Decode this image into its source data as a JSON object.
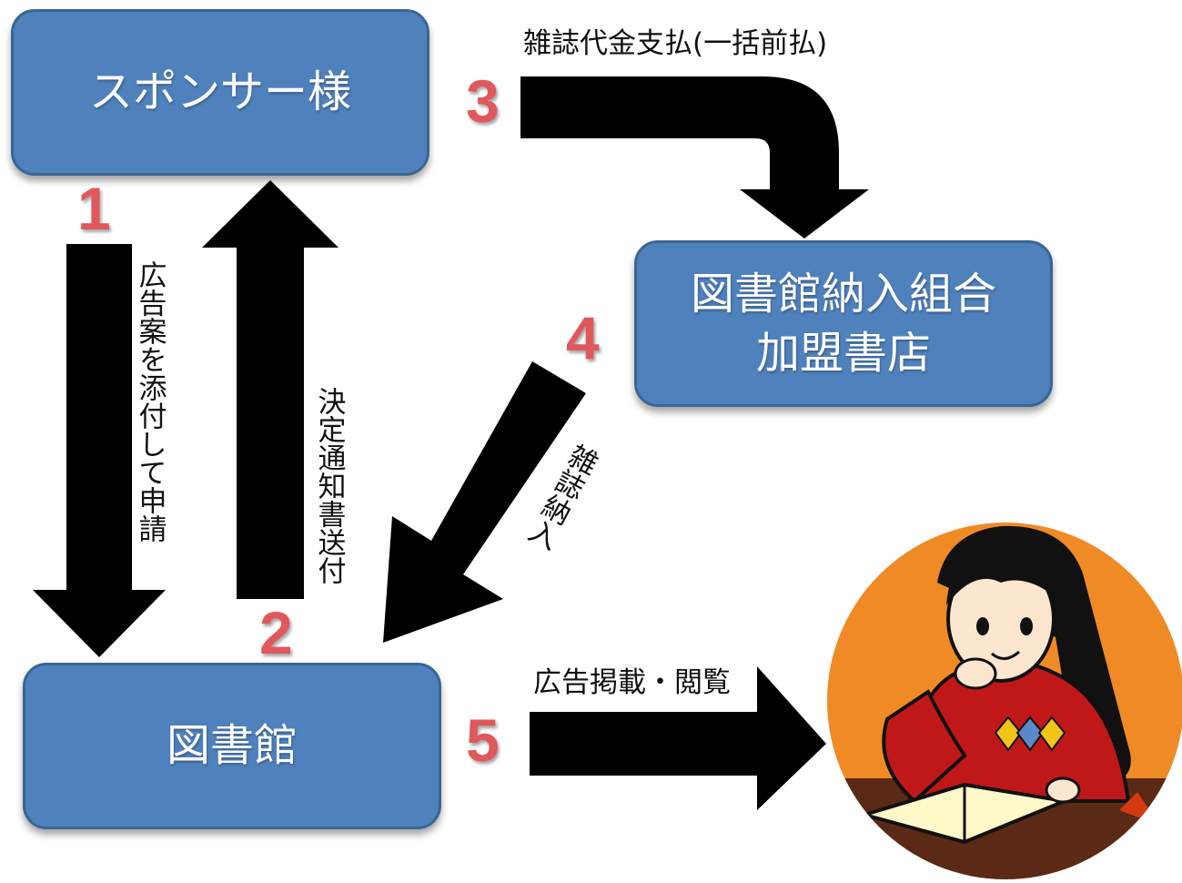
{
  "boxes": {
    "sponsor": "スポンサー様",
    "library": "図書館",
    "union_line1": "図書館納入組合",
    "union_line2": "加盟書店"
  },
  "steps": {
    "s1": "1",
    "s2": "2",
    "s3": "3",
    "s4": "4",
    "s5": "5"
  },
  "labels": {
    "apply": "広告案を添付して申請",
    "notice": "決定通知書送付",
    "pay": "雑誌代金支払(一括前払)",
    "deliver": "雑誌納入",
    "publish": "広告掲載・閲覧"
  },
  "colors": {
    "box_fill": "#4f81bd",
    "number_red": "#e0585c",
    "arrow": "#000000",
    "reader_bg": "#f08a24"
  }
}
